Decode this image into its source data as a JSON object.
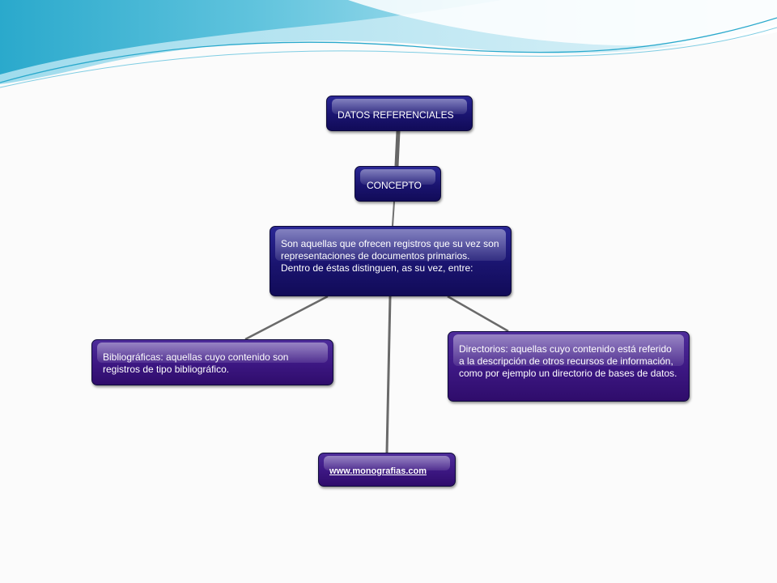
{
  "diagram": {
    "nodes": {
      "datos": "DATOS REFERENCIALES",
      "concepto": "CONCEPTO",
      "definicion": "Son aquellas que ofrecen registros que su vez son representaciones de documentos primarios. Dentro de éstas distinguen, as su vez, entre:",
      "bibliograficas": "Bibliográficas: aquellas cuyo contenido son registros de tipo bibliográfico.",
      "directorios": "Directorios: aquellas cuyo contenido está referido a la descripción de otros recursos de información, como por ejemplo un directorio de bases de datos.",
      "fuente": "www.monografias.com"
    },
    "colors": {
      "top_node": "#1a146f",
      "child_node": "#3c1782",
      "connector": "#6a6a6a",
      "wave_primary": "#39b3d2",
      "wave_light": "#b7e6f2"
    }
  }
}
